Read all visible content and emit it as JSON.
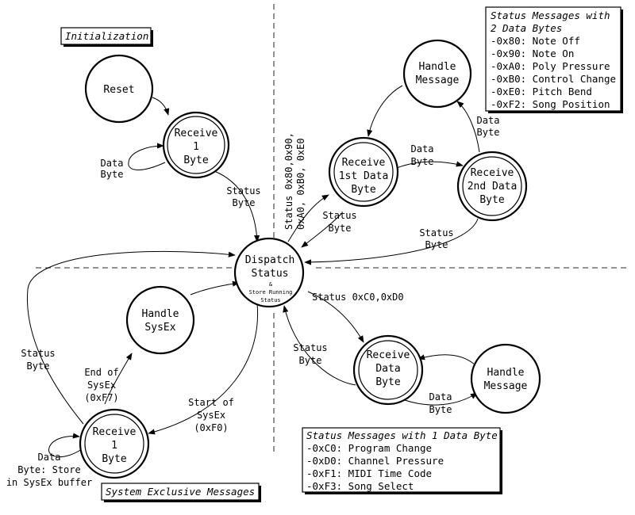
{
  "sections": {
    "init": "Initialization",
    "sysex": "System Exclusive Messages"
  },
  "nodes": {
    "reset": [
      "Reset"
    ],
    "receive_init": [
      "Receive",
      "1",
      "Byte"
    ],
    "dispatch": [
      "Dispatch",
      "Status"
    ],
    "dispatch_sub": [
      "&",
      "Store Running",
      "Status"
    ],
    "handle_sysex": [
      "Handle",
      "SysEx"
    ],
    "receive_sysex": [
      "Receive",
      "1",
      "Byte"
    ],
    "handle_msg_top": [
      "Handle",
      "Message"
    ],
    "receive_1st": [
      "Receive",
      "1st Data",
      "Byte"
    ],
    "receive_2nd": [
      "Receive",
      "2nd Data",
      "Byte"
    ],
    "receive_data": [
      "Receive",
      "Data",
      "Byte"
    ],
    "handle_msg_bottom": [
      "Handle",
      "Message"
    ]
  },
  "edges": {
    "init_loop": [
      "Data",
      "Byte"
    ],
    "init_status": [
      "Status",
      "Byte"
    ],
    "status_2byte": [
      "Status 0x80,0x90,",
      "0xA0, 0xB0, 0xE0"
    ],
    "first_status": [
      "Status",
      "Byte"
    ],
    "first_data": [
      "Data",
      "Byte"
    ],
    "second_data_loop": [
      "Data",
      "Byte"
    ],
    "second_status": [
      "Status",
      "Byte"
    ],
    "status_1byte": [
      "Status 0xC0,0xD0"
    ],
    "data_status": [
      "Status",
      "Byte"
    ],
    "data_byte": [
      "Data",
      "Byte"
    ],
    "sysex_status": [
      "Status",
      "Byte"
    ],
    "sysex_end": [
      "End of",
      "SysEx",
      "(0xF7)"
    ],
    "sysex_start": [
      "Start of",
      "SysEx",
      "(0xF0)"
    ],
    "sysex_data": [
      "Data",
      "Byte: Store",
      "in SysEx buffer"
    ]
  },
  "box_two": {
    "title": [
      "Status Messages with",
      "2 Data Bytes"
    ],
    "items": [
      "-0x80: Note Off",
      "-0x90: Note On",
      "-0xA0: Poly Pressure",
      "-0xB0: Control Change",
      "-0xE0: Pitch Bend",
      "-0xF2: Song Position"
    ]
  },
  "box_one": {
    "title": "Status Messages with 1 Data Byte",
    "items": [
      "-0xC0: Program Change",
      "-0xD0: Channel Pressure",
      "-0xF1: MIDI Time Code",
      "-0xF3: Song Select"
    ]
  }
}
